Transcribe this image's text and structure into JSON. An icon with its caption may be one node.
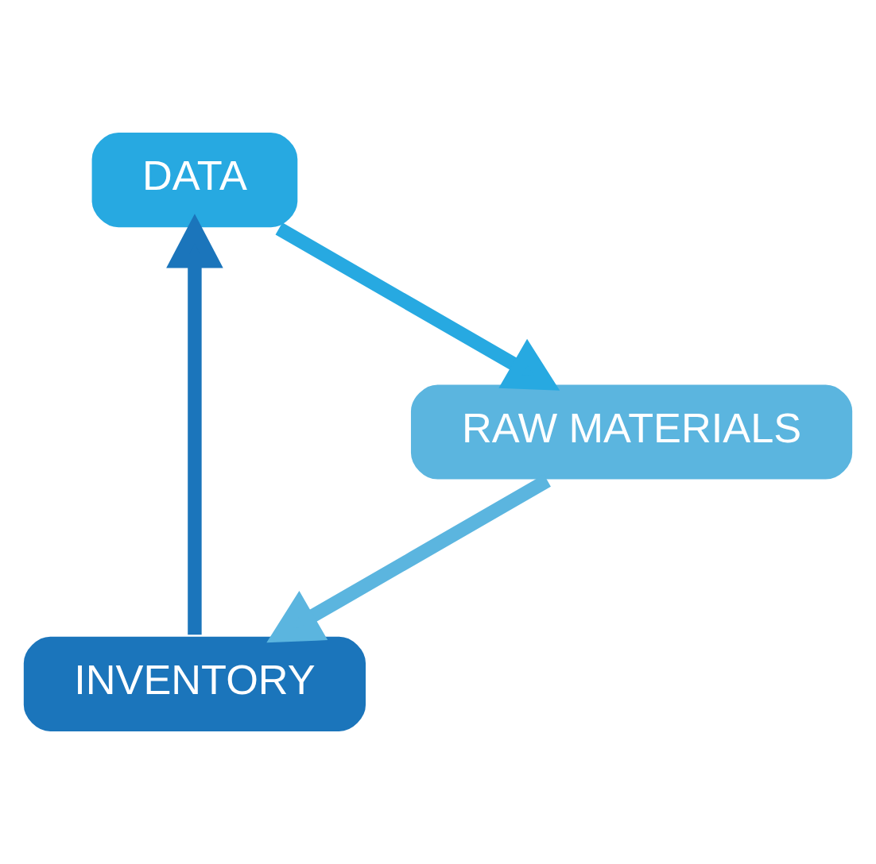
{
  "diagram": {
    "nodes": [
      {
        "text": [
          "INVENTORY"
        ]
      },
      {
        "text": [
          "DATA"
        ]
      },
      {
        "text": [
          "RAW MATERIALS"
        ]
      }
    ],
    "edges": [
      {
        "from": 0,
        "to": 1,
        "arrow": "to",
        "color": "#1b75bb"
      },
      {
        "from": 1,
        "to": 2,
        "arrow": "to",
        "color": "#27a9e1"
      },
      {
        "from": 2,
        "to": 0,
        "arrow": "to",
        "color": "#5bb5df"
      }
    ]
  }
}
